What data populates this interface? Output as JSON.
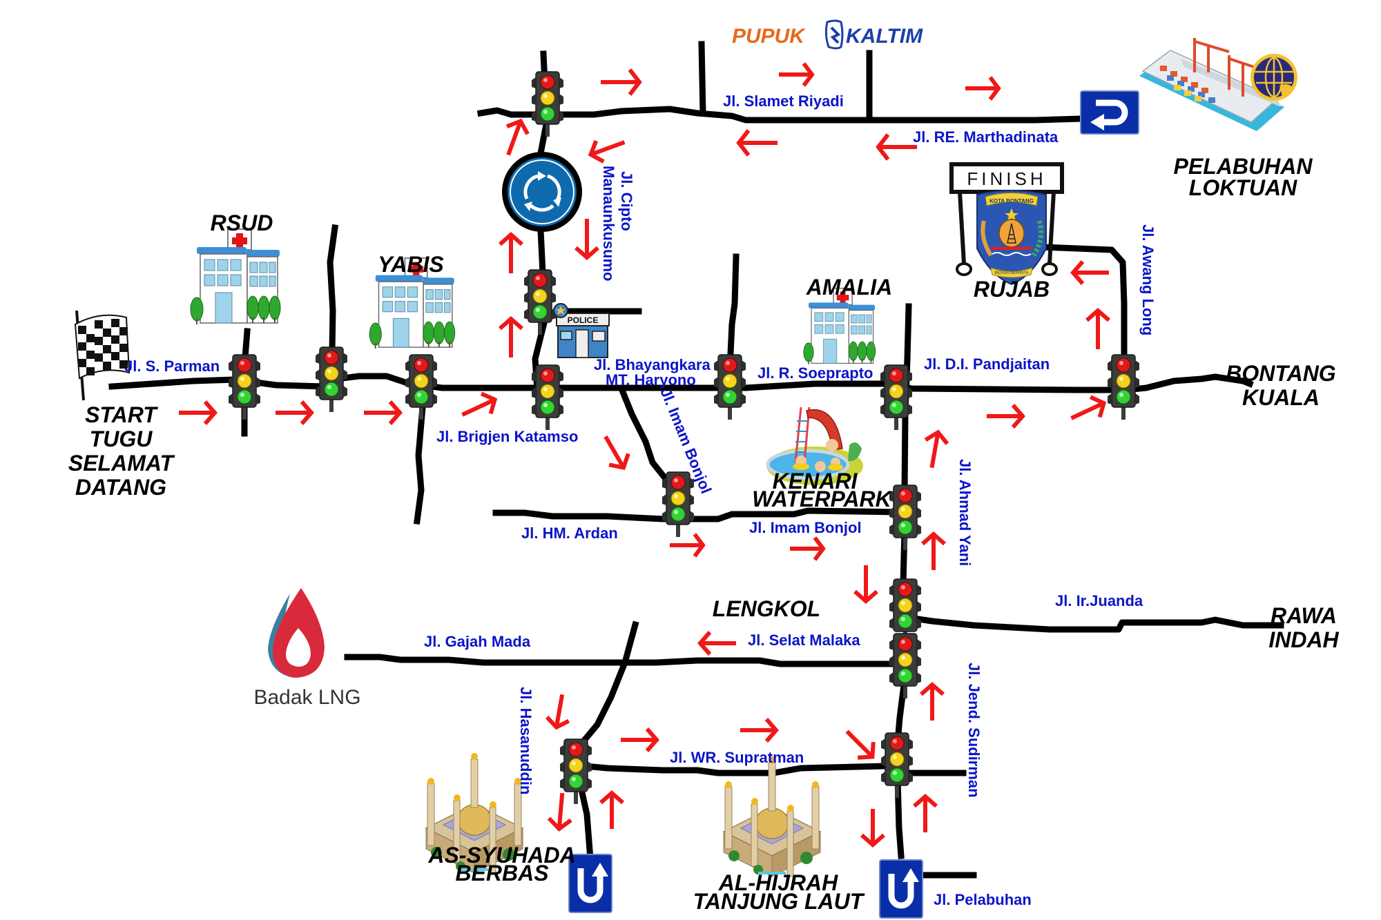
{
  "title": "Rute Bontang",
  "brand": {
    "pupuk": "PUPUK",
    "kaltim": "KALTIM",
    "badak": "Badak LNG",
    "colors": {
      "pupuk_orange": "#e8671c",
      "kaltim_blue": "#1b3fa8",
      "street_blue": "#0a14c8",
      "arrow_red": "#f01818"
    }
  },
  "places": {
    "start": [
      "START",
      "TUGU",
      "SELAMAT",
      "DATANG"
    ],
    "rsud": "RSUD",
    "yabis": "YABIS",
    "amalia": "AMALIA",
    "rujab": "RUJAB",
    "finish": "FINISH",
    "seal_top": "KOTA BONTANG",
    "seal_bottom": "BESSAI BERINTA",
    "police": "POLICE",
    "pelabuhan": [
      "PELABUHAN",
      "LOKTUAN"
    ],
    "bontang_kuala": [
      "BONTANG",
      "KUALA"
    ],
    "kenari": [
      "KENARI",
      "WATERPARK"
    ],
    "lengkol": "LENGKOL",
    "rawa_indah": [
      "RAWA",
      "INDAH"
    ],
    "as_syuhada": [
      "AS-SYUHADA",
      "BERBAS"
    ],
    "al_hijrah": [
      "AL-HIJRAH",
      "TANJUNG LAUT"
    ]
  },
  "streets": {
    "s_parman": "Jl. S. Parman",
    "brigjen_katamso": "Jl. Brigjen Katamso",
    "cipto_1": "Jl. Cipto",
    "cipto_2": "Manaunkusumo",
    "slamet_riyadi": "Jl. Slamet Riyadi",
    "re_marthadinata": "Jl. RE. Marthadinata",
    "bhayangkara": "Jl. Bhayangkara",
    "mt_haryono": "MT. Haryono",
    "imam_bonjol_diag": "Jl. Imam Bonjol",
    "r_soeprapto": "Jl. R. Soeprapto",
    "di_pandjaitan": "Jl. D.I. Pandjaitan",
    "awang_long": "Jl. Awang Long",
    "hm_ardan": "Jl. HM. Ardan",
    "imam_bonjol": "Jl. Imam Bonjol",
    "ahmad_yani": "Jl. Ahmad Yani",
    "ir_juanda": "Jl. Ir.Juanda",
    "selat_malaka": "Jl. Selat Malaka",
    "gajah_mada": "Jl. Gajah Mada",
    "hasanuddin": "Jl. Hasanuddin",
    "wr_supratman": "Jl. WR. Supratman",
    "jend_sudirman": "Jl. Jend. Sudirman",
    "pelabuhan": "Jl. Pelabuhan"
  },
  "icons": {
    "traffic_light": "traffic-light-icon",
    "roundabout": "roundabout-icon",
    "u_turn": "u-turn-sign-icon",
    "checkered_flag": "checkered-flag-icon",
    "hospital": "hospital-icon",
    "police_station": "police-station-icon",
    "mosque": "mosque-icon",
    "ship": "port-ship-icon",
    "waterpark": "waterpark-icon",
    "city_seal": "city-seal-icon",
    "route_arrow": "route-arrow-icon"
  }
}
